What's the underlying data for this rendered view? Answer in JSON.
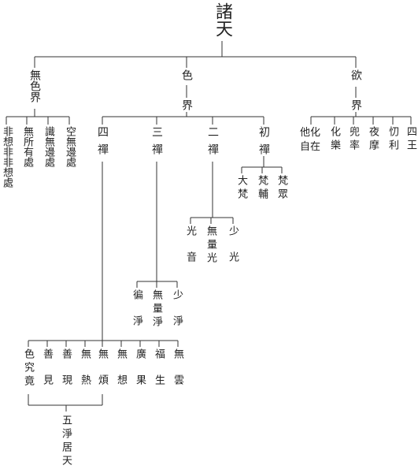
{
  "title": "諸天",
  "realms": {
    "formless": "無色界",
    "form_top": "色",
    "form_bottom": "界",
    "desire_top": "欲",
    "desire_bottom": "界"
  },
  "formless_heavens": [
    "非想非非想處",
    "無所有處",
    "識無邊處",
    "空無邊處"
  ],
  "dhyanas": [
    "四禪",
    "三禪",
    "二禪",
    "初禪"
  ],
  "first_dhyana_heavens": [
    "大梵",
    "梵輔",
    "梵眾"
  ],
  "second_dhyana_heavens": [
    "光音",
    "無量光",
    "少光"
  ],
  "third_dhyana_heavens": [
    "徧淨",
    "無量淨",
    "少淨"
  ],
  "fourth_dhyana_heavens": [
    "色究竟",
    "善見",
    "善現",
    "無熱",
    "無煩",
    "無想",
    "廣果",
    "福生",
    "無雲"
  ],
  "pure_abodes": "五淨居天",
  "desire_heavens": [
    "他化自在",
    "化樂",
    "兜率",
    "夜摩",
    "忉利",
    "四王"
  ],
  "line_color": "#333333"
}
